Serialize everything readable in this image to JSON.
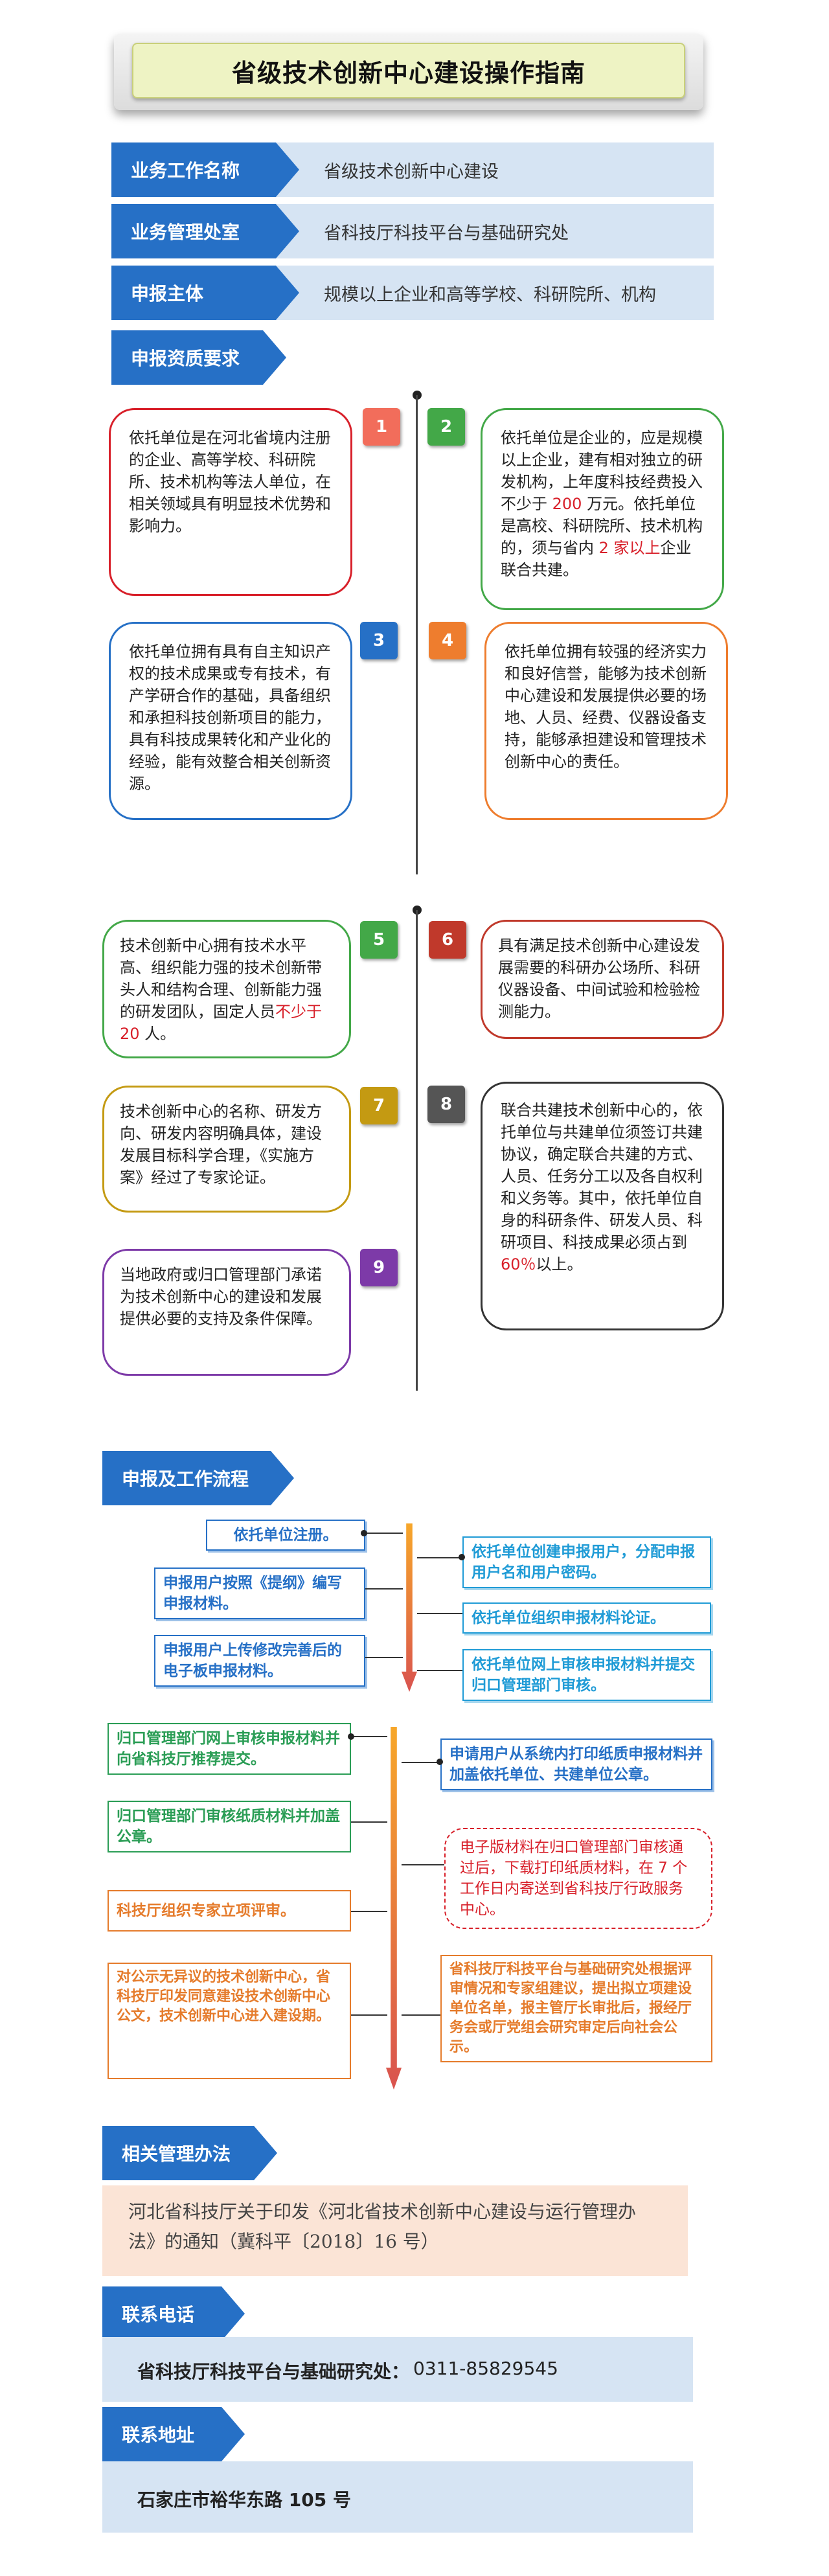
{
  "title": "省级技术创新中心建设操作指南",
  "info_rows": [
    {
      "label": "业务工作名称",
      "value": "省级技术创新中心建设"
    },
    {
      "label": "业务管理处室",
      "value": "省科技厅科技平台与基础研究处"
    },
    {
      "label": "申报主体",
      "value": "规模以上企业和高等学校、科研院所、机构"
    }
  ],
  "qualification": {
    "heading": "申报资质要求",
    "items": [
      {
        "num": "1",
        "text": "依托单位是在河北省境内注册的企业、高等学校、科研院所、技术机构等法人单位，在相关领域具有明显技术优势和影响力。"
      },
      {
        "num": "2",
        "text_a": "依托单位是企业的，应是规模以上企业，建有相对独立的研发机构，上年度科技经费投入不少于 ",
        "text_b": "200",
        "text_c": " 万元。依托单位是高校、科研院所、技术机构的，须与省内 ",
        "text_d": "2 家以上",
        "text_e": "企业联合共建。"
      },
      {
        "num": "3",
        "text": "依托单位拥有具有自主知识产权的技术成果或专有技术，有产学研合作的基础，具备组织和承担科技创新项目的能力，具有科技成果转化和产业化的经验，能有效整合相关创新资源。"
      },
      {
        "num": "4",
        "text": "依托单位拥有较强的经济实力和良好信誉，能够为技术创新中心建设和发展提供必要的场地、人员、经费、仪器设备支持，能够承担建设和管理技术创新中心的责任。"
      },
      {
        "num": "5",
        "text_a": "技术创新中心拥有技术水平高、组织能力强的技术创新带头人和结构合理、创新能力强的研发团队，固定人员",
        "text_b": "不少于 20",
        "text_c": " 人。"
      },
      {
        "num": "6",
        "text": "具有满足技术创新中心建设发展需要的科研办公场所、科研仪器设备、中间试验和检验检测能力。"
      },
      {
        "num": "7",
        "text": "技术创新中心的名称、研发方向、研发内容明确具体，建设发展目标科学合理，《实施方案》经过了专家论证。"
      },
      {
        "num": "8",
        "text_a": "联合共建技术创新中心的，依托单位与共建单位须签订共建协议，确定联合共建的方式、人员、任务分工以及各自权利和义务等。其中，依托单位自身的科研条件、研发人员、科研项目、科技成果必须占到 ",
        "text_b": "60％",
        "text_c": "以上。"
      },
      {
        "num": "9",
        "text": "当地政府或归口管理部门承诺为技术创新中心的建设和发展提供必要的支持及条件保障。"
      }
    ]
  },
  "process": {
    "heading": "申报及工作流程",
    "left1": [
      "依托单位注册。",
      "申报用户按照《提纲》编写申报材料。",
      "申报用户上传修改完善后的电子板申报材料。"
    ],
    "right1": [
      "依托单位创建申报用户，分配申报用户名和用户密码。",
      "依托单位组织申报材料论证。",
      "依托单位网上审核申报材料并提交归口管理部门审核。"
    ],
    "left2": [
      "归口管理部门网上审核申报材料并向省科技厅推荐提交。",
      "归口管理部门审核纸质材料并加盖公章。",
      "科技厅组织专家立项评审。",
      "对公示无异议的技术创新中心，省科技厅印发同意建设技术创新中心公文，技术创新中心进入建设期。"
    ],
    "right2": [
      "申请用户从系统内打印纸质申报材料并加盖依托单位、共建单位公章。",
      "电子版材料在归口管理部门审核通过后，下载打印纸质材料，在 7 个工作日内寄送到省科技厅行政服务中心。",
      "省科技厅科技平台与基础研究处根据评审情况和专家组建议，提出拟立项建设单位名单，报主管厅长审批后，报经厅务会或厅党组会研究审定后向社会公示。"
    ]
  },
  "regulation": {
    "heading": "相关管理办法",
    "text": "河北省科技厅关于印发《河北省技术创新中心建设与运行管理办法》的通知（冀科平〔2018〕16 号）"
  },
  "phone": {
    "heading": "联系电话",
    "dept": "省科技厅科技平台与基础研究处：",
    "number": "0311-85829545"
  },
  "address": {
    "heading": "联系地址",
    "text": "石家庄市裕华东路 105 号"
  },
  "colors": {
    "primary": "#2670c6",
    "panel": "#d6e4f3",
    "accent_red": "#d8202a"
  }
}
